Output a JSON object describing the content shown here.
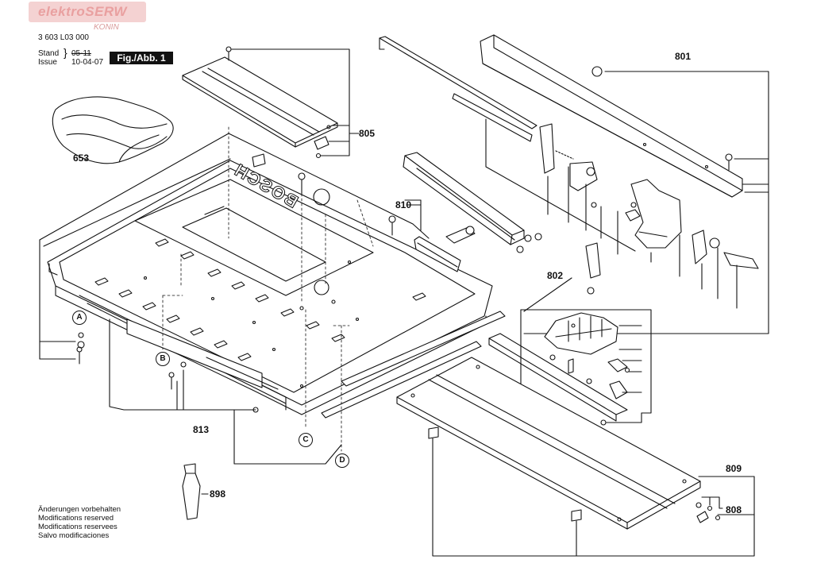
{
  "watermark": {
    "name": "elektroSERW",
    "sub": "KONIN"
  },
  "header": {
    "doc_number": "3 603 L03 000",
    "stand_label": "Stand",
    "issue_label": "Issue",
    "date_old": "05-11",
    "date_new": "10-04-07",
    "fig_label": "Fig./Abb. 1"
  },
  "part_labels": {
    "p653": "653",
    "p805": "805",
    "p801": "801",
    "p810": "810",
    "p802": "802",
    "p813": "813",
    "p898": "898",
    "p809": "809",
    "p808": "808"
  },
  "callouts": {
    "a": "A",
    "b": "B",
    "c": "C",
    "d": "D"
  },
  "brand_emboss": "BOSCH",
  "notes": [
    "Änderungen vorbehalten",
    "Modifications reserved",
    "Modifications reservees",
    "Salvo modificaciones"
  ],
  "colors": {
    "line": "#111111",
    "watermark": "#f4d2d2",
    "watermark_text": "#e9a0a0"
  }
}
